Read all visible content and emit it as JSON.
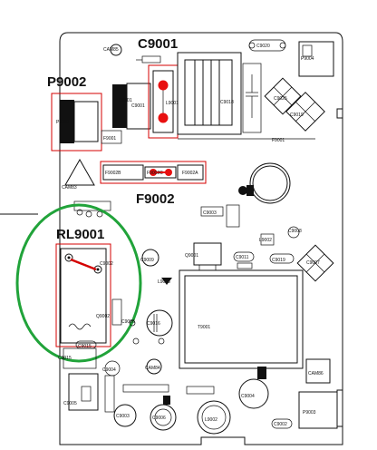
{
  "highlight_labels": {
    "c9001": "C9001",
    "p9002": "P9002",
    "f9002": "F9002",
    "rl9001": "RL9001"
  },
  "components": {
    "cam85": "CAM85",
    "c9020": "C9020",
    "p9004": "P9004",
    "p9002_inner": "P9002",
    "c9001_inner": "C9001",
    "l9001": "L9001",
    "c9018": "C9018",
    "c9025": "C9025",
    "c9019": "C9019",
    "f9001": "F9001",
    "f9002b": "F9002B",
    "f9002c": "F9002C",
    "f9002a": "F9002A",
    "cam83": "CAM83",
    "c9003": "C9003",
    "l9002": "L9002",
    "c9009": "C9009",
    "q9001": "Q9001",
    "c9011": "C9011",
    "c9019b": "C9019",
    "c9007": "C9007",
    "c9008": "C9008",
    "l9003": "L9003",
    "q9002": "Q9002",
    "c9016": "C9016",
    "t9001": "T9001",
    "c9015": "C9015",
    "c9004": "C9004",
    "cam84": "CAM84",
    "cam86": "CAM86",
    "c9006": "C9006",
    "c9005": "C9005",
    "p9003": "P9003",
    "c9002": "C9002"
  },
  "colors": {
    "highlight_box": "#d40000",
    "relay_ellipse": "#21a33a",
    "marker_dot": "#e81010"
  }
}
